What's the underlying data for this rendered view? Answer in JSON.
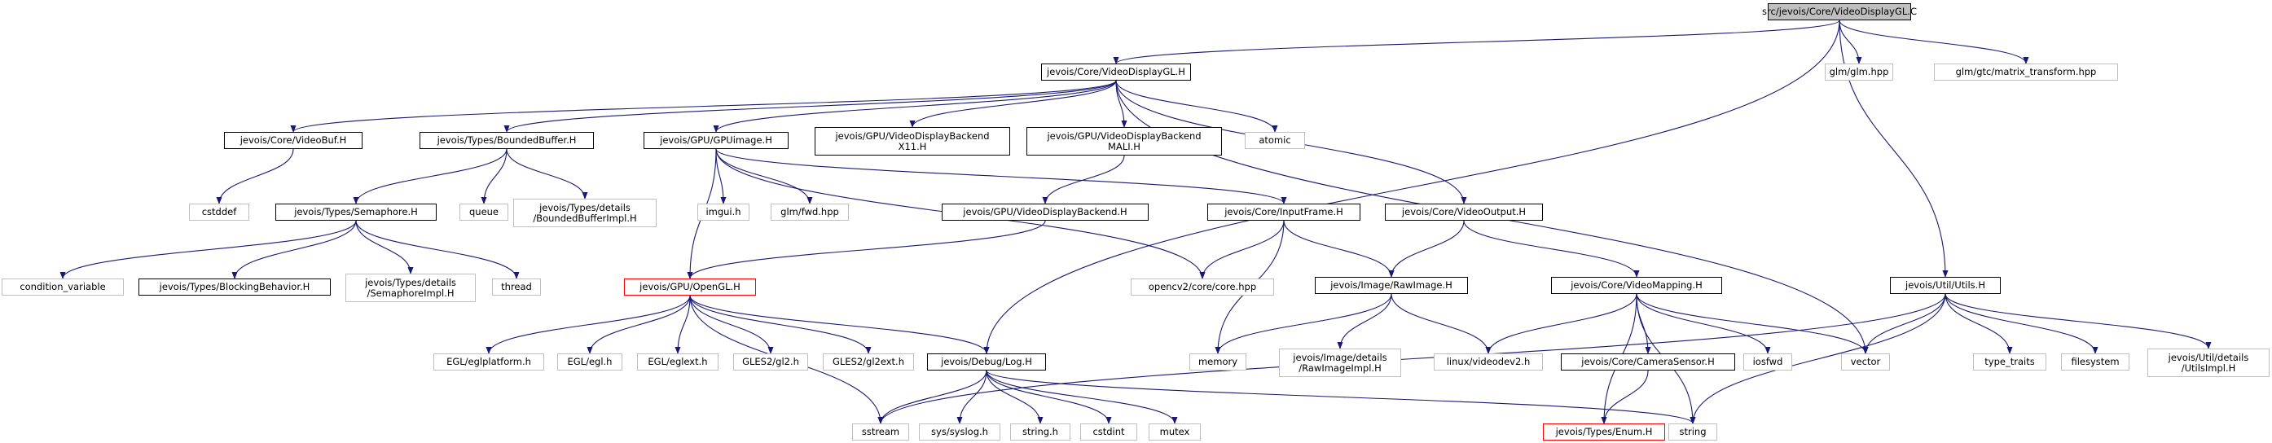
{
  "colors": {
    "edge": "#191970",
    "root_fill": "#bfbfbf",
    "external_border": "#bfbfbf",
    "truncated_border": "#ff0000"
  },
  "nodes": {
    "root": "src/jevois/Core/VideoDisplayGL.C",
    "videodisplaygl_h": "jevois/Core/VideoDisplayGL.H",
    "glm_glm": "glm/glm.hpp",
    "glm_matrix": "glm/gtc/matrix_transform.hpp",
    "videobuf_h": "jevois/Core/VideoBuf.H",
    "boundedbuffer_h": "jevois/Types/BoundedBuffer.H",
    "gpuimage_h": "jevois/GPU/GPUimage.H",
    "backend_x11": "jevois/GPU/VideoDisplayBackend\nX11.H",
    "backend_mali": "jevois/GPU/VideoDisplayBackend\nMALI.H",
    "atomic": "atomic",
    "cstddef": "cstddef",
    "semaphore_h": "jevois/Types/Semaphore.H",
    "queue": "queue",
    "boundedbufferimpl": "jevois/Types/details\n/BoundedBufferImpl.H",
    "imgui": "imgui.h",
    "glm_fwd": "glm/fwd.hpp",
    "backend_h": "jevois/GPU/VideoDisplayBackend.H",
    "inputframe_h": "jevois/Core/InputFrame.H",
    "videooutput_h": "jevois/Core/VideoOutput.H",
    "utils_h": "jevois/Util/Utils.H",
    "condition_variable": "condition_variable",
    "blockingbehavior": "jevois/Types/BlockingBehavior.H",
    "semaphoreimpl": "jevois/Types/details\n/SemaphoreImpl.H",
    "thread": "thread",
    "opencv_core": "opencv2/core/core.hpp",
    "opengl_h": "jevois/GPU/OpenGL.H",
    "rawimage_h": "jevois/Image/RawImage.H",
    "videomapping_h": "jevois/Core/VideoMapping.H",
    "vector": "vector",
    "type_traits": "type_traits",
    "filesystem": "filesystem",
    "utilsimpl": "jevois/Util/details\n/UtilsImpl.H",
    "eglplatform": "EGL/eglplatform.h",
    "egl": "EGL/egl.h",
    "eglext": "EGL/eglext.h",
    "gl2": "GLES2/gl2.h",
    "gl2ext": "GLES2/gl2ext.h",
    "log_h": "jevois/Debug/Log.H",
    "memory": "memory",
    "rawimageimpl": "jevois/Image/details\n/RawImageImpl.H",
    "videodev2": "linux/videodev2.h",
    "camerasensor_h": "jevois/Core/CameraSensor.H",
    "iosfwd": "iosfwd",
    "sstream": "sstream",
    "syslog": "sys/syslog.h",
    "string_h": "string.h",
    "cstdint": "cstdint",
    "mutex": "mutex",
    "string": "string",
    "enum_h": "jevois/Types/Enum.H"
  }
}
